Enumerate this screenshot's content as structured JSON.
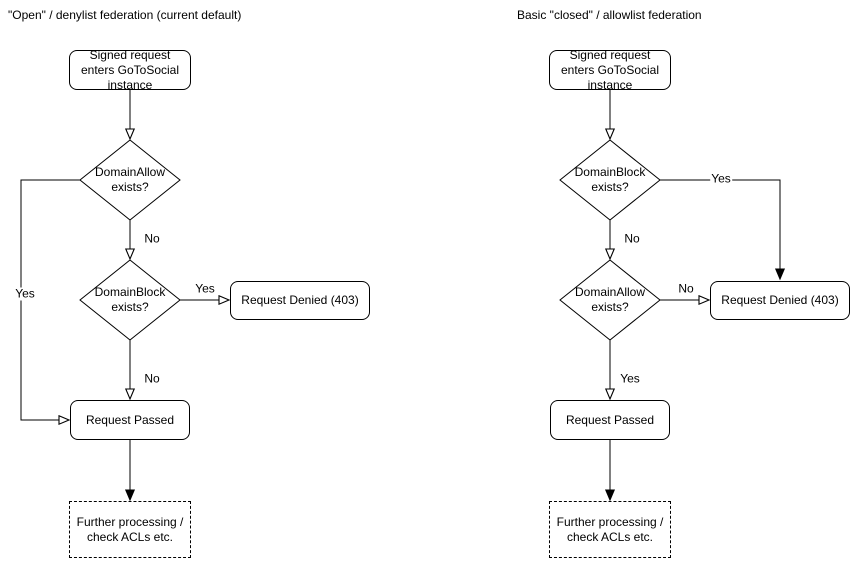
{
  "colors": {
    "stroke": "#000000",
    "background": "#ffffff"
  },
  "diagrams": [
    {
      "id": "open-denylist",
      "title": "\"Open\" / denylist federation (current default)",
      "nodes": {
        "start": "Signed request enters GoToSocial instance",
        "decision1": "DomainAllow exists?",
        "decision2": "DomainBlock exists?",
        "denied": "Request Denied (403)",
        "passed": "Request Passed",
        "further": "Further processing / check ACLs etc."
      },
      "edges": {
        "decision1_yes": "Yes",
        "decision1_no": "No",
        "decision2_yes": "Yes",
        "decision2_no": "No"
      }
    },
    {
      "id": "closed-allowlist",
      "title": "Basic \"closed\" / allowlist federation",
      "nodes": {
        "start": "Signed request enters GoToSocial instance",
        "decision1": "DomainBlock exists?",
        "decision2": "DomainAllow exists?",
        "denied": "Request Denied (403)",
        "passed": "Request Passed",
        "further": "Further processing / check ACLs etc."
      },
      "edges": {
        "decision1_yes": "Yes",
        "decision1_no": "No",
        "decision2_no": "No",
        "decision2_yes": "Yes"
      }
    }
  ]
}
